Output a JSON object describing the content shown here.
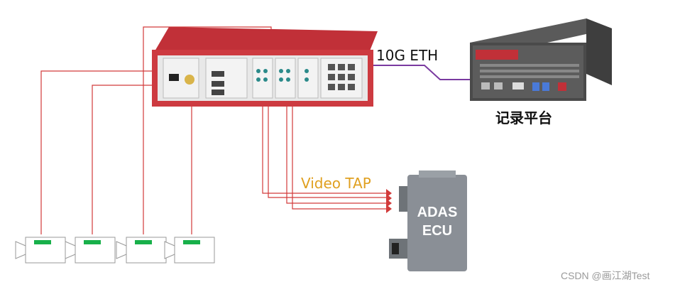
{
  "labels": {
    "eth_link": "10G ETH",
    "recording_platform": "记录平台",
    "video_tap": "Video TAP",
    "ecu_line1": "ADAS",
    "ecu_line2": "ECU",
    "watermark": "CSDN @画江湖Test"
  },
  "colors": {
    "wire": "#d23a3a",
    "eth_wire": "#7a3aa0",
    "chassis": "#c9333a",
    "tap_text": "#e0a020",
    "camera_led": "#18b04a",
    "ecu_body": "#8a8f96"
  },
  "cameras": [
    "camera",
    "camera",
    "camera",
    "camera"
  ]
}
